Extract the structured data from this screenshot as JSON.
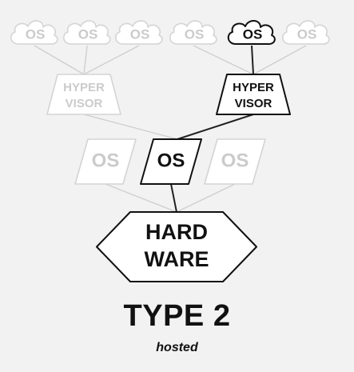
{
  "colors": {
    "background": "#f2f2f2",
    "active_stroke": "#111111",
    "active_fill": "#ffffff",
    "active_text": "#111111",
    "inactive_stroke": "#d4d4d4",
    "inactive_fill": "#ffffff",
    "inactive_text": "#cbcbcb",
    "active_line": "#222222",
    "inactive_line": "#cfcfcf"
  },
  "diagram": {
    "guest_os": [
      {
        "label": "OS",
        "active": false
      },
      {
        "label": "OS",
        "active": false
      },
      {
        "label": "OS",
        "active": false
      },
      {
        "label": "OS",
        "active": false
      },
      {
        "label": "OS",
        "active": true
      },
      {
        "label": "OS",
        "active": false
      }
    ],
    "hypervisors": [
      {
        "line1": "HYPER",
        "line2": "VISOR",
        "active": false
      },
      {
        "line1": "HYPER",
        "line2": "VISOR",
        "active": true
      }
    ],
    "host_os": [
      {
        "label": "OS",
        "active": false
      },
      {
        "label": "OS",
        "active": true
      },
      {
        "label": "OS",
        "active": false
      }
    ],
    "hardware": {
      "line1": "HARD",
      "line2": "WARE"
    }
  },
  "footer": {
    "title": "TYPE 2",
    "subtitle": "hosted"
  }
}
